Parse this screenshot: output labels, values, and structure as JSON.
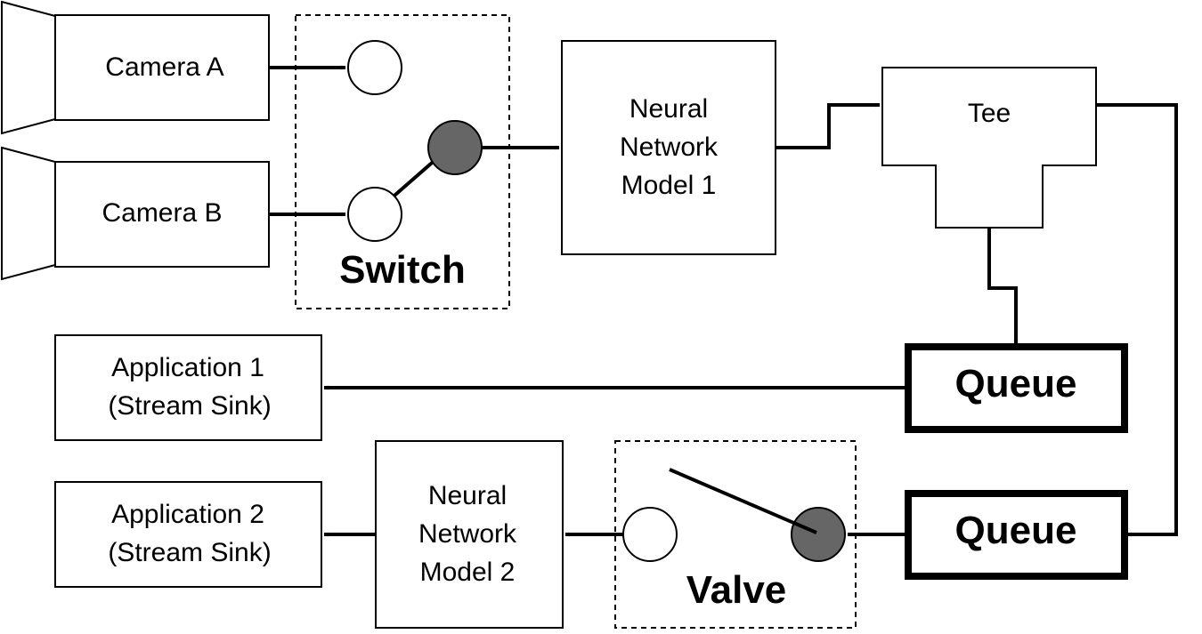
{
  "colors": {
    "line": "#000000",
    "background": "#ffffff",
    "active_node": "#666666"
  },
  "cameras": [
    {
      "label": "Camera A"
    },
    {
      "label": "Camera B"
    }
  ],
  "switch": {
    "label": "Switch"
  },
  "nn1": {
    "lines": [
      "Neural",
      "Network",
      "Model 1"
    ]
  },
  "tee": {
    "label": "Tee"
  },
  "queues": [
    {
      "label": "Queue"
    },
    {
      "label": "Queue"
    }
  ],
  "app1": {
    "lines": [
      "Application 1",
      "(Stream Sink)"
    ]
  },
  "app2": {
    "lines": [
      "Application 2",
      "(Stream Sink)"
    ]
  },
  "nn2": {
    "lines": [
      "Neural",
      "Network",
      "Model 2"
    ]
  },
  "valve": {
    "label": "Valve"
  }
}
